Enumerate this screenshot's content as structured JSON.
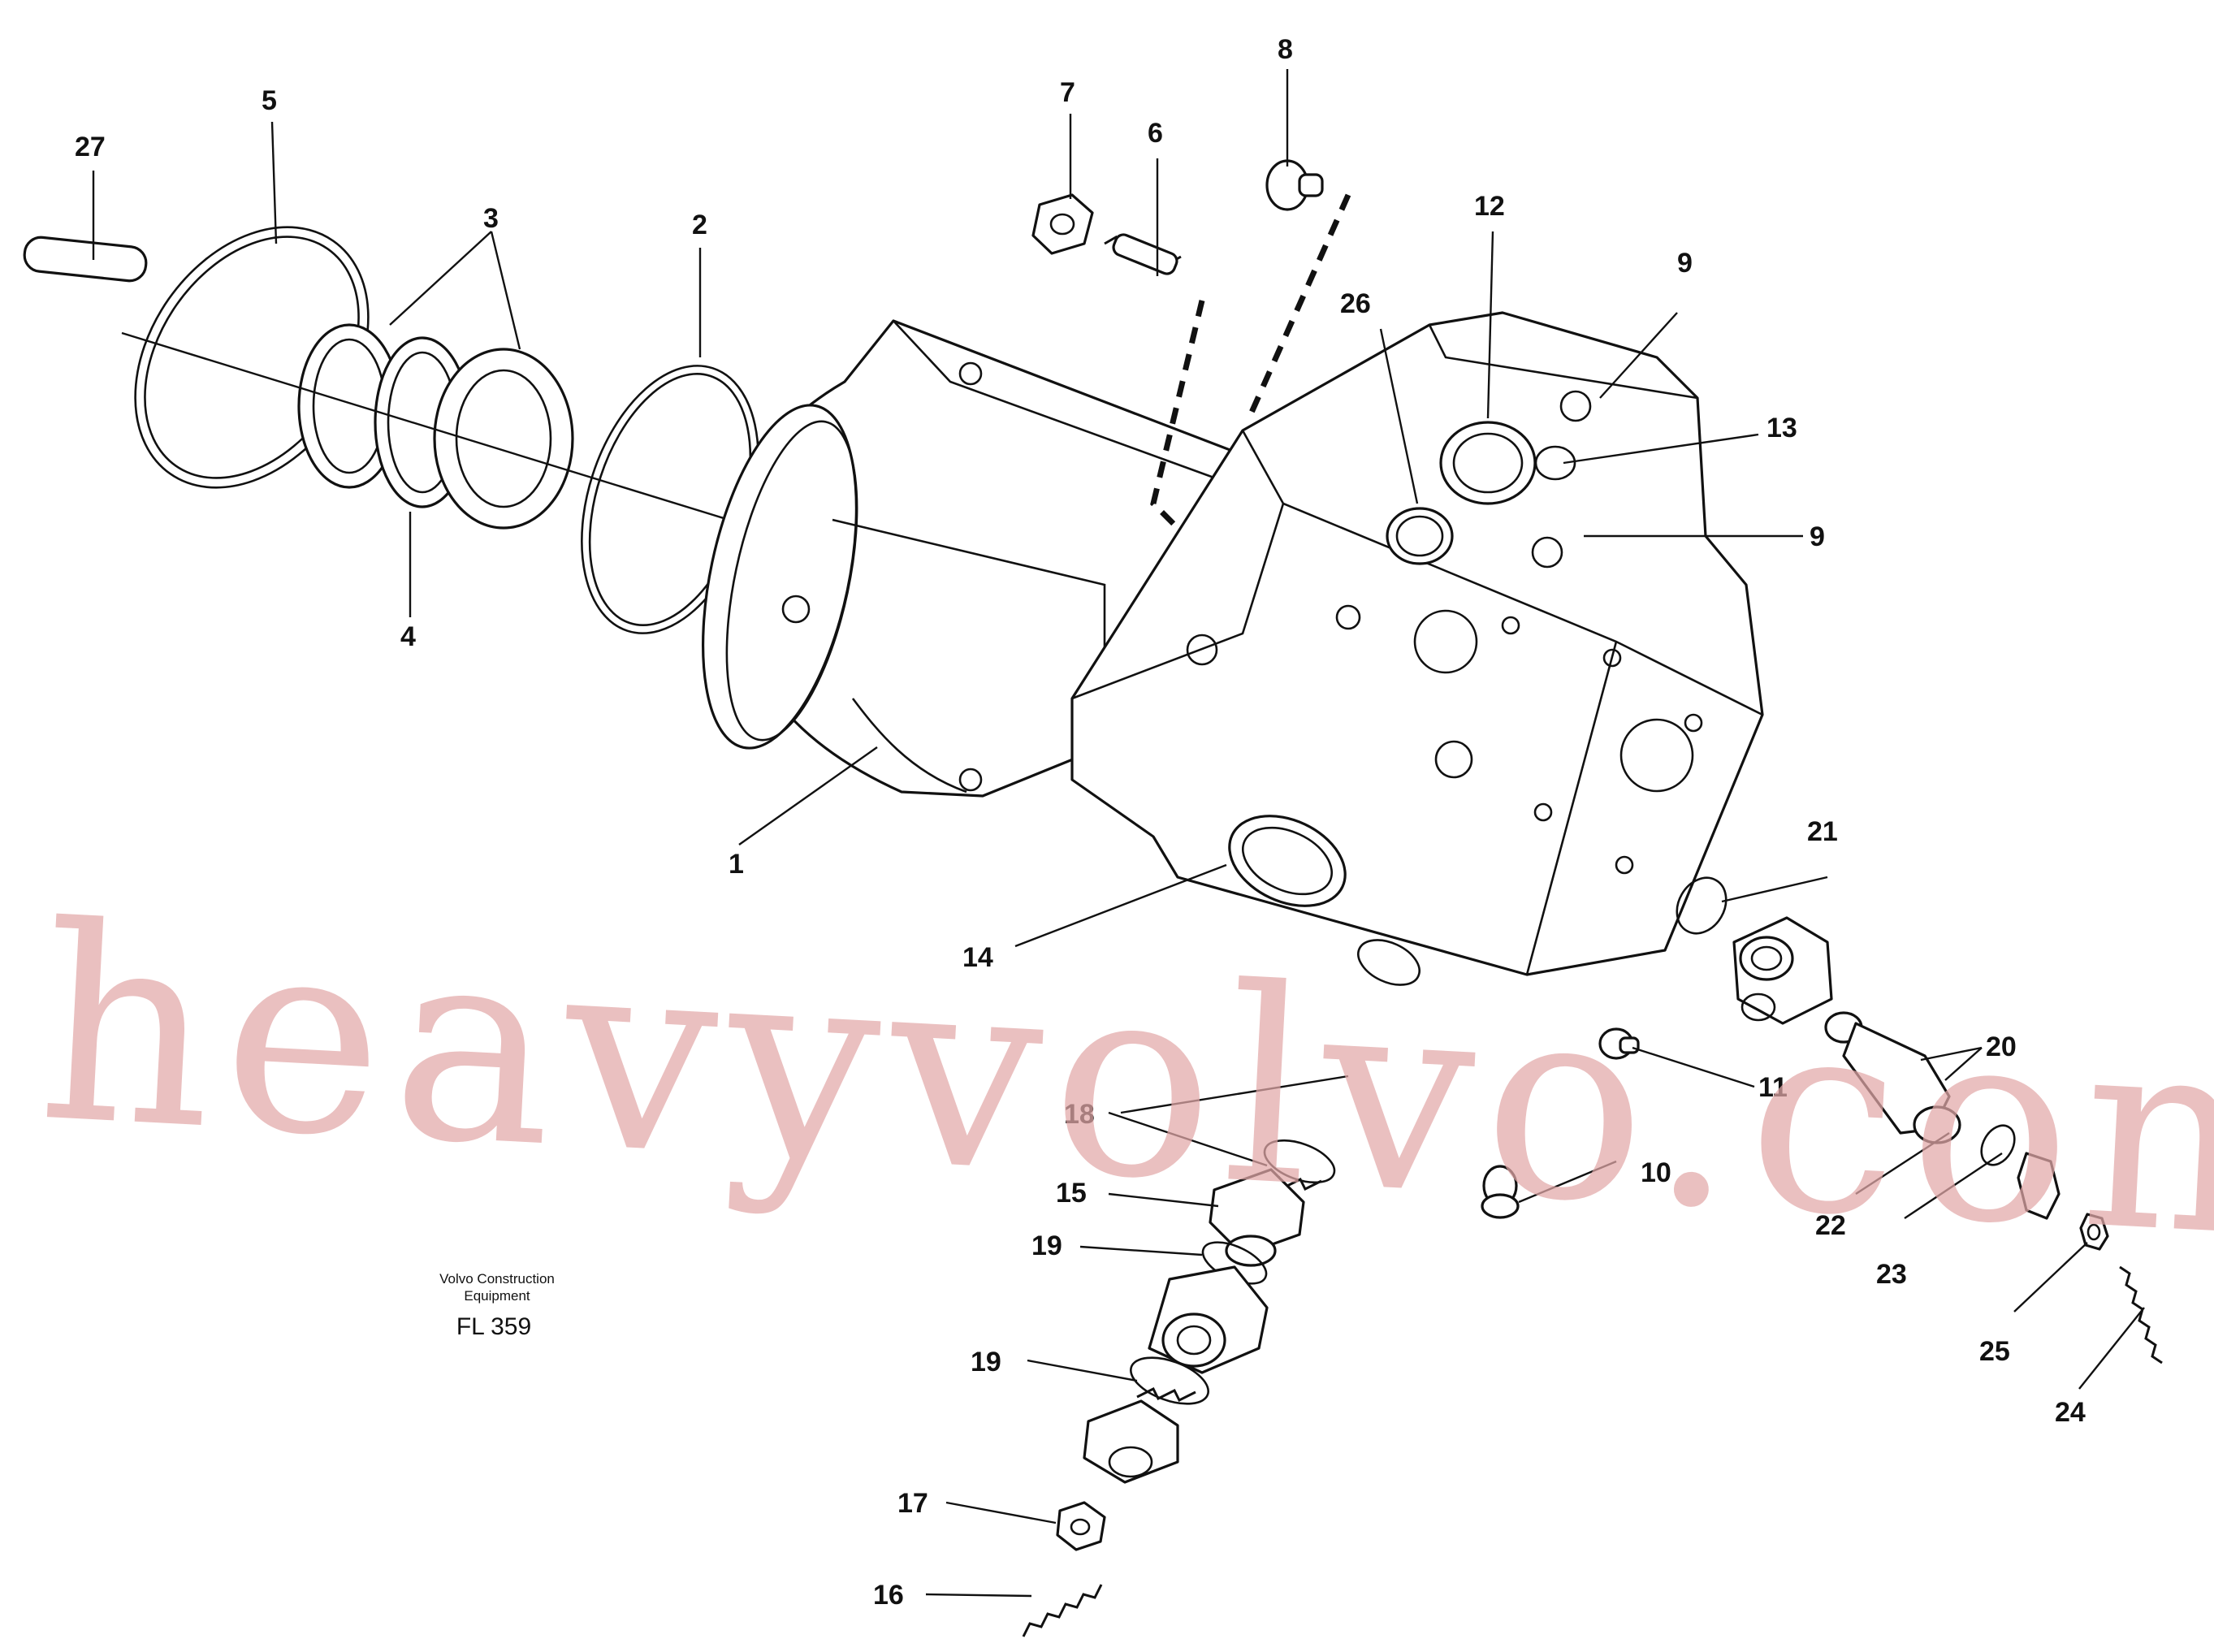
{
  "watermark": "heavyvolvo.com",
  "caption": {
    "brand_line1": "Volvo Construction",
    "brand_line2": "Equipment",
    "code": "FL 359"
  },
  "callouts": [
    "1",
    "2",
    "3",
    "4",
    "5",
    "6",
    "7",
    "8",
    "9",
    "9",
    "10",
    "11",
    "12",
    "13",
    "14",
    "15",
    "16",
    "17",
    "18",
    "19",
    "19",
    "20",
    "21",
    "22",
    "23",
    "24",
    "25",
    "26",
    "27"
  ]
}
